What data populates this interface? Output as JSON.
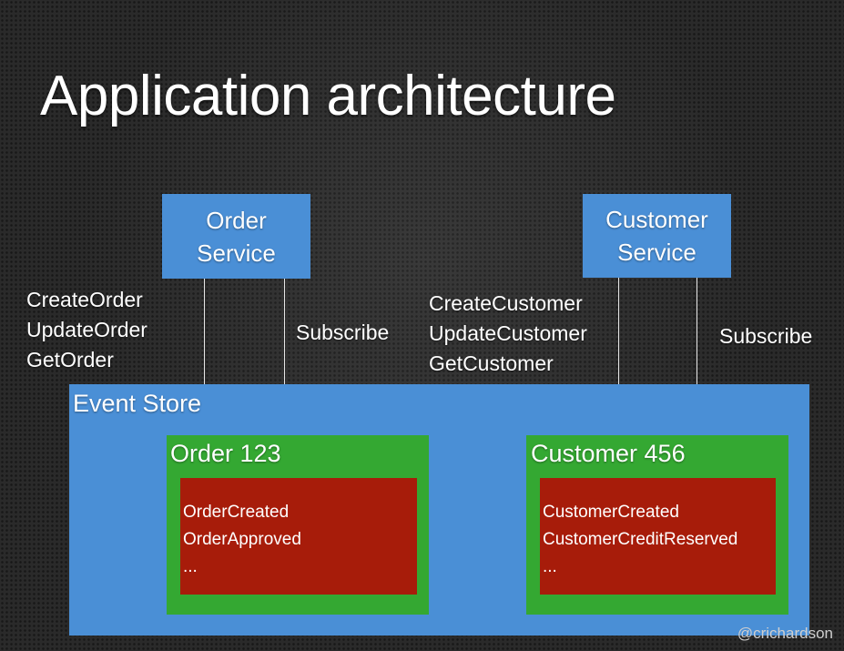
{
  "title": "Application architecture",
  "order_service": {
    "line1": "Order",
    "line2": "Service"
  },
  "customer_service": {
    "line1": "Customer",
    "line2": "Service"
  },
  "order_ops": [
    "CreateOrder",
    "UpdateOrder",
    "GetOrder"
  ],
  "customer_ops": [
    "CreateCustomer",
    "UpdateCustomer",
    "GetCustomer"
  ],
  "order_subscribe": "Subscribe",
  "customer_subscribe": "Subscribe",
  "event_store": {
    "label": "Event Store"
  },
  "order_aggregate": {
    "label": "Order 123",
    "events": [
      "OrderCreated",
      "OrderApproved",
      "..."
    ]
  },
  "customer_aggregate": {
    "label": "Customer 456",
    "events": [
      "CustomerCreated",
      "CustomerCreditReserved",
      "..."
    ]
  },
  "watermark": "@crichardson",
  "colors": {
    "service": "#4a8fd6",
    "store": "#4a8fd6",
    "aggregate": "#34a832",
    "events": "#a71c0a"
  }
}
